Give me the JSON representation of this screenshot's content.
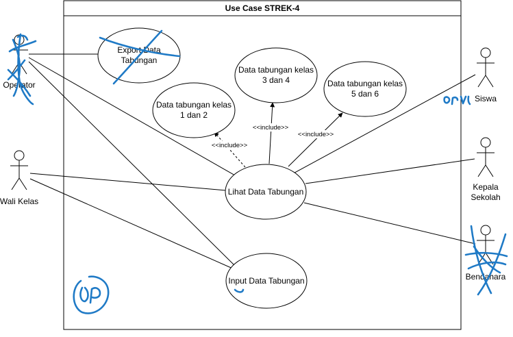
{
  "diagram": {
    "title": "Use Case STREK-4",
    "use_cases": {
      "export": [
        "Export Data",
        "Tabungan"
      ],
      "kelas12": [
        "Data tabungan kelas",
        "1 dan 2"
      ],
      "kelas34": [
        "Data tabungan kelas",
        "3 dan 4"
      ],
      "kelas56": [
        "Data tabungan kelas",
        "5 dan 6"
      ],
      "lihat": [
        "Lihat Data Tabungan"
      ],
      "input": [
        "Input Data Tabungan"
      ]
    },
    "actors": {
      "operator": [
        "Operator"
      ],
      "wali": [
        "Wali Kelas"
      ],
      "siswa": [
        "Siswa"
      ],
      "kepala": [
        "Kepala",
        "Sekolah"
      ],
      "bendahara": [
        "Bendahara"
      ]
    },
    "include_label": "<<include>>"
  },
  "colors": {
    "scribble": "#1f7ac6",
    "stroke": "#000000",
    "background": "#ffffff"
  }
}
